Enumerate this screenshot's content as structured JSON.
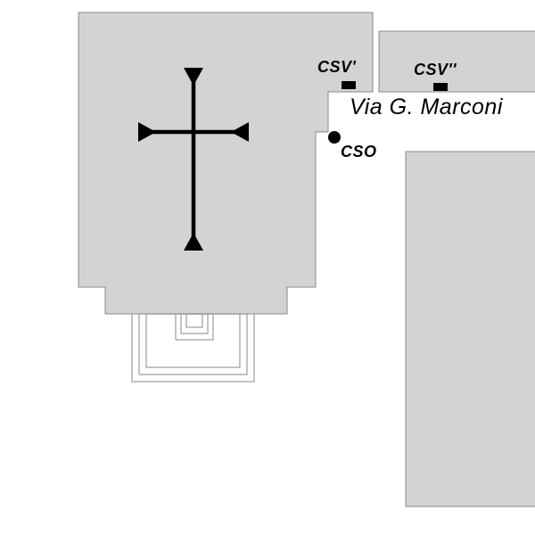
{
  "figure": {
    "street": {
      "name": "Via G. Marconi"
    },
    "stations": {
      "csv1": {
        "label": "CSV'",
        "marker": "filled-square"
      },
      "csv2": {
        "label": "CSV''",
        "marker": "filled-square"
      },
      "cso": {
        "label": "CSO",
        "marker": "filled-dot"
      }
    },
    "symbols": {
      "cross": "latin-cross",
      "apse": "nested-rectangle-outline"
    },
    "colors": {
      "background": "#ffffff",
      "block_fill": "#d3d3d3",
      "block_stroke": "#8a8a8a",
      "outline_stroke": "#9b9b9b",
      "ink": "#000000"
    }
  }
}
